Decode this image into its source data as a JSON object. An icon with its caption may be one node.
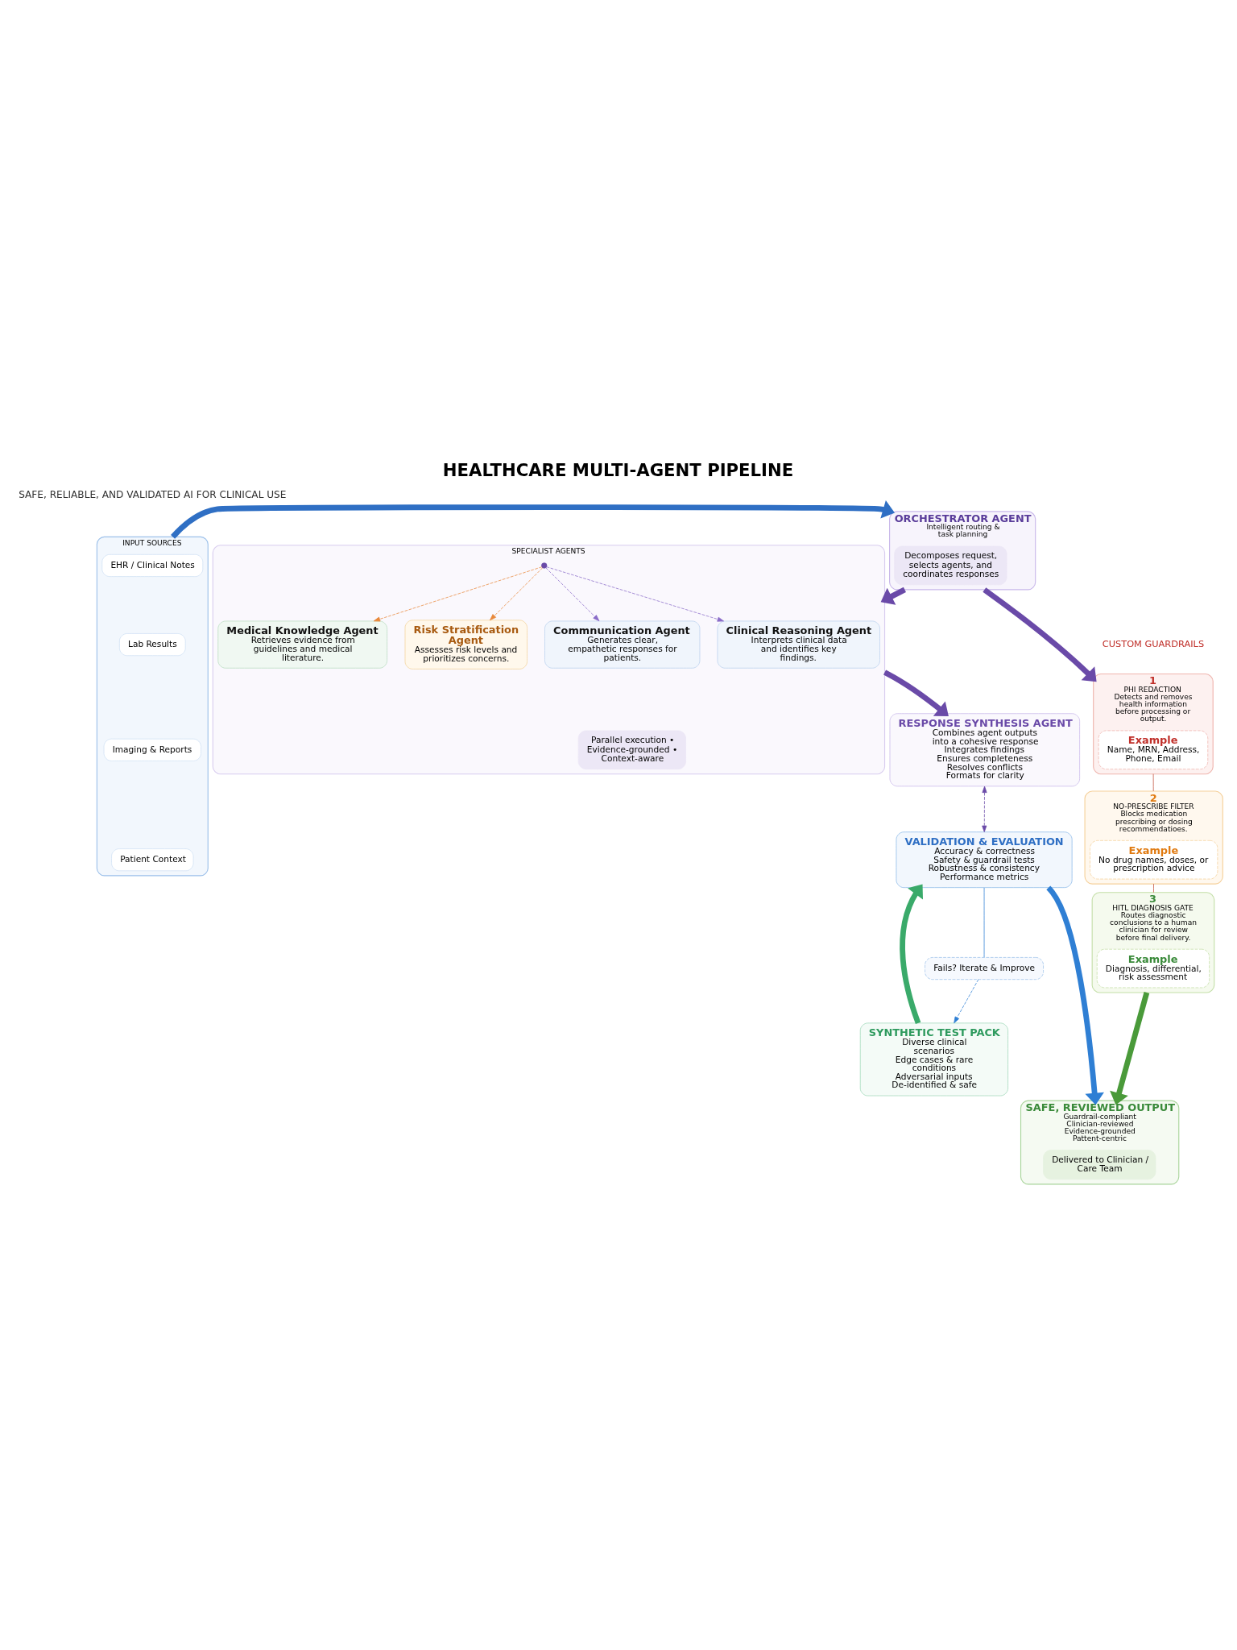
{
  "diagram": {
    "title": "HEALTHCARE MULTI-AGENT PIPELINE",
    "nodes": [
      {
        "text": [
          "INPUT SOURCES"
        ]
      },
      {
        "text": [
          "EHR / Clinical Notes"
        ],
        "in": 0
      },
      {
        "text": [
          "Lab Results"
        ],
        "in": 0
      },
      {
        "text": [
          "Imaging & Reports"
        ],
        "in": 0
      },
      {
        "text": [
          "Patient Context"
        ],
        "in": 0
      },
      {
        "text": [
          "ORCHESTRATOR AGENT",
          "Intelligent routing & task planning"
        ]
      },
      {
        "text": [
          "Decomposes request, selects agents, and coordinates responses"
        ],
        "in": 5
      },
      {
        "text": [
          "SPECIALIST AGENTS"
        ]
      },
      {
        "text": [
          "Clinical Reasoning Agent",
          "Interprets clinical data and identifies key findings."
        ],
        "in": 7
      },
      {
        "text": [
          "Medical Knowledge Agent",
          "Retrieves evidence from guidelines and medical literature."
        ],
        "in": 7
      },
      {
        "text": [
          "Risk Stratification Agent",
          "Assesses risk levels and prioritizes concerns."
        ],
        "in": 7
      },
      {
        "text": [
          "Commnunication Agent",
          "Generates clear, empathetic responses for patients."
        ],
        "in": 7
      },
      {
        "text": [
          "Parallel execution • Evidence-grounded • Context-aware"
        ],
        "in": 7
      },
      {
        "text": [
          "RESPONSE SYNTHESIS AGENT",
          "Combines agent outputs into a cohesive response",
          "Integrates findings",
          "Ensures completeness",
          "Resolves conflicts",
          "Formats for clarity"
        ]
      },
      {
        "text": [
          "1",
          "PHI REDACTION",
          "Detects and removes health information before processing or output."
        ]
      },
      {
        "text": [
          "Example",
          "Name, MRN, Address, Phone, Email"
        ],
        "in": 14
      },
      {
        "text": [
          "2",
          "NO-PRESCRIBE FILTER",
          "Blocks medication prescribing or dosing recommendatioes."
        ]
      },
      {
        "text": [
          "Example",
          "No drug names, doses, or prescription advice"
        ],
        "in": 16
      },
      {
        "text": [
          "3",
          "HITL DIAGNOSIS GATE",
          "Routes diagnostic conclusions to a human clinician for review before final delivery."
        ]
      },
      {
        "text": [
          "Example",
          "Diagnosis, differential, risk assessment"
        ],
        "in": 18
      },
      {
        "text": [
          "SYNTHETIC TEST PACK",
          "Diverse clinical scenarios",
          "Edge cases & rare conditions",
          "Adversarial inputs",
          "De-identified & safe"
        ]
      },
      {
        "text": [
          "VALIDATION & EVALUATION",
          "Accuracy & correctness",
          "Safety & guardrail tests",
          "Robustness & consistency",
          "Performance metrics"
        ]
      },
      {
        "text": [
          "Fails? Iterate & Improve"
        ]
      },
      {
        "text": [
          "SAFE, REVIEWED OUTPUT",
          "Guardrail-compliant",
          "Clinician-reviewed",
          "Evidence-grounded",
          "Pattent-centric"
        ]
      },
      {
        "text": [
          "Delivered to Clinician / Care Team"
        ],
        "in": 23
      }
    ],
    "edges": [
      {
        "from": 0,
        "to": 5,
        "arrow": "to",
        "style": "thick",
        "color": "#2f6fc4"
      },
      {
        "from": 5,
        "to": 7,
        "arrow": "to",
        "style": "thick",
        "color": "#6a4aa8"
      },
      {
        "from": 7,
        "to": 8,
        "arrow": "to",
        "style": "dashed",
        "color": "#8a6cc8"
      },
      {
        "from": 7,
        "to": 9,
        "arrow": "to",
        "style": "dashed",
        "color": "#e8883a"
      },
      {
        "from": 7,
        "to": 10,
        "arrow": "to",
        "style": "dashed",
        "color": "#e8883a"
      },
      {
        "from": 7,
        "to": 11,
        "arrow": "to",
        "style": "dashed",
        "color": "#8a6cc8"
      },
      {
        "from": 7,
        "to": 13,
        "arrow": "to",
        "style": "thick",
        "color": "#6a4aa8"
      },
      {
        "from": 5,
        "to": 14,
        "arrow": "to",
        "style": "thick",
        "color": "#6a4aa8"
      },
      {
        "from": 14,
        "to": 16,
        "arrow": "none",
        "color": "#c0503a"
      },
      {
        "from": 16,
        "to": 18,
        "arrow": "none",
        "color": "#c0503a"
      },
      {
        "from": 18,
        "to": 23,
        "arrow": "to",
        "style": "thick",
        "color": "#4a9a3a"
      },
      {
        "from": 13,
        "to": 21,
        "arrow": "both",
        "style": "dashed",
        "color": "#6a4aa8"
      },
      {
        "from": 20,
        "to": 21,
        "arrow": "to",
        "style": "thick",
        "color": "#3aaa6a"
      },
      {
        "from": 21,
        "to": 23,
        "arrow": "to",
        "style": "thick",
        "color": "#2f7fd4"
      },
      {
        "from": 21,
        "to": 22,
        "arrow": "none",
        "color": "#2f7fd4"
      },
      {
        "from": 22,
        "to": 20,
        "arrow": "to",
        "style": "dashed",
        "color": "#2f7fd4"
      }
    ],
    "labels": [
      "SAFE, RELIABLE, AND VALIDATED AI FOR CLINICAL USE",
      "CUSTOM GUARDRAILS"
    ]
  }
}
